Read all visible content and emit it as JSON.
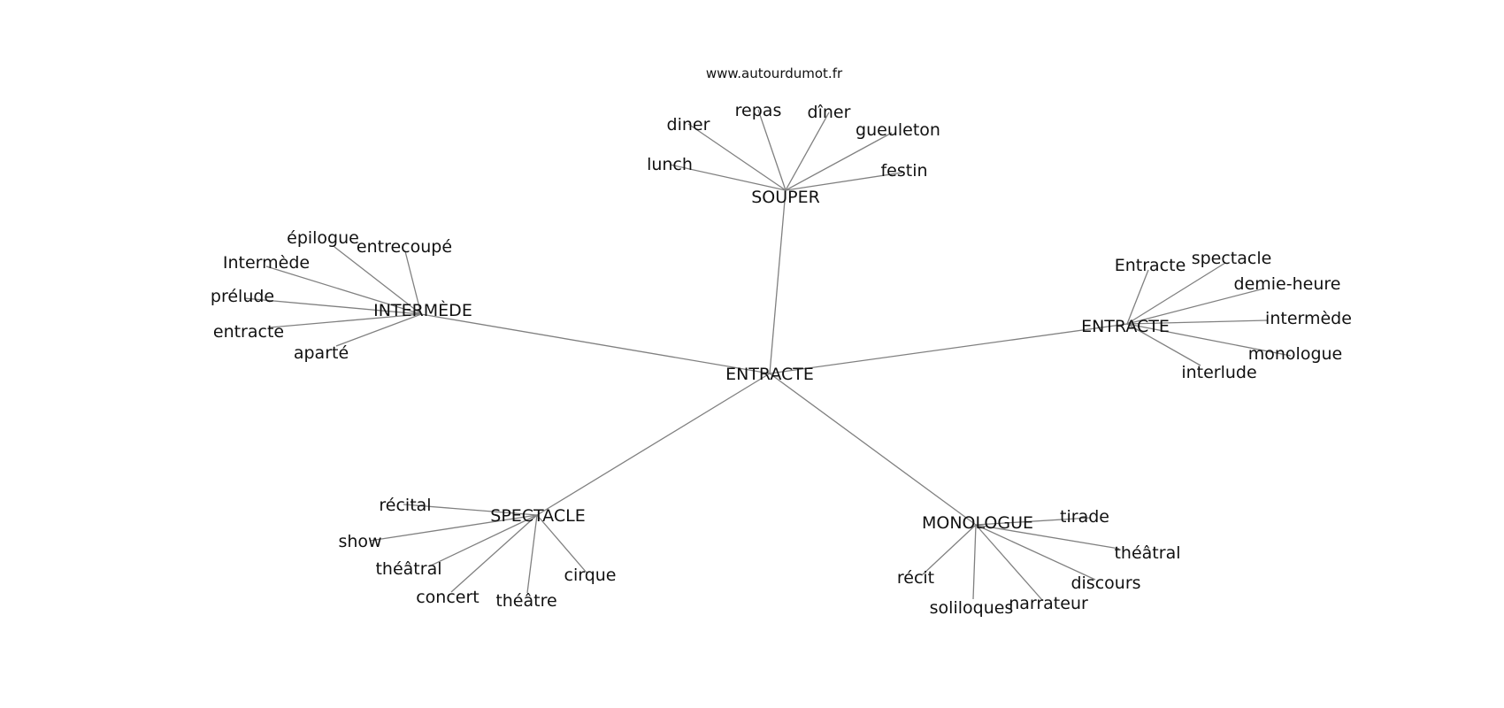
{
  "watermark": "www.autourdumot.fr",
  "center": "ENTRACTE",
  "clusters": [
    {
      "hub": "SOUPER",
      "words": [
        "diner",
        "repas",
        "dîner",
        "gueuleton",
        "lunch",
        "festin"
      ]
    },
    {
      "hub": "INTERMÈDE",
      "words": [
        "épilogue",
        "entrecoupé",
        "Intermède",
        "prélude",
        "entracte",
        "aparté"
      ]
    },
    {
      "hub": "ENTRACTE",
      "words": [
        "Entracte",
        "spectacle",
        "demie-heure",
        "intermède",
        "monologue",
        "interlude"
      ]
    },
    {
      "hub": "SPECTACLE",
      "words": [
        "récital",
        "show",
        "théâtral",
        "concert",
        "théâtre",
        "cirque"
      ]
    },
    {
      "hub": "MONOLOGUE",
      "words": [
        "tirade",
        "théâtral",
        "discours",
        "récit",
        "soliloques",
        "narrateur"
      ]
    }
  ]
}
